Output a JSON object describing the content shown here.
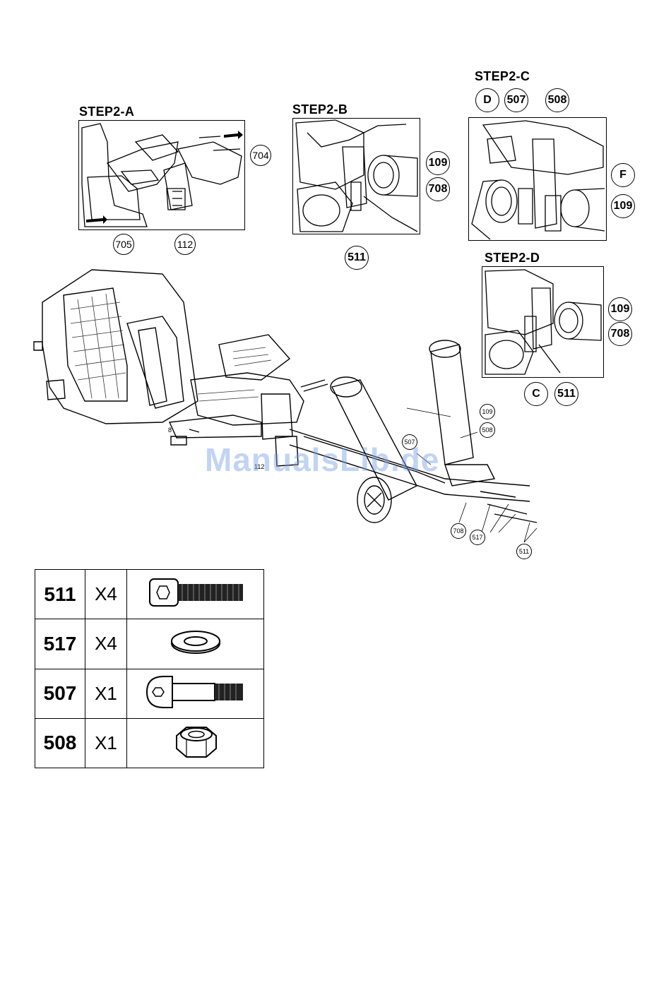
{
  "steps": {
    "a": {
      "title": "STEP2-A",
      "callouts": [
        "704",
        "705",
        "112"
      ]
    },
    "b": {
      "title": "STEP2-B",
      "callouts": [
        "109",
        "708",
        "511"
      ]
    },
    "c": {
      "title": "STEP2-C",
      "callouts": [
        "D",
        "507",
        "508",
        "F",
        "109"
      ]
    },
    "d": {
      "title": "STEP2-D",
      "callouts": [
        "109",
        "708",
        "C",
        "511"
      ]
    }
  },
  "main": {
    "callouts": [
      "109",
      "508",
      "507",
      "708",
      "517",
      "511"
    ],
    "labels": [
      "8",
      "112"
    ]
  },
  "watermark": "ManualsLib.de",
  "parts_table": [
    {
      "part": "511",
      "qty": "X4",
      "icon": "hex-socket-bolt-icon"
    },
    {
      "part": "517",
      "qty": "X4",
      "icon": "flat-washer-icon"
    },
    {
      "part": "507",
      "qty": "X1",
      "icon": "button-head-bolt-icon"
    },
    {
      "part": "508",
      "qty": "X1",
      "icon": "nylon-lock-nut-icon"
    }
  ]
}
